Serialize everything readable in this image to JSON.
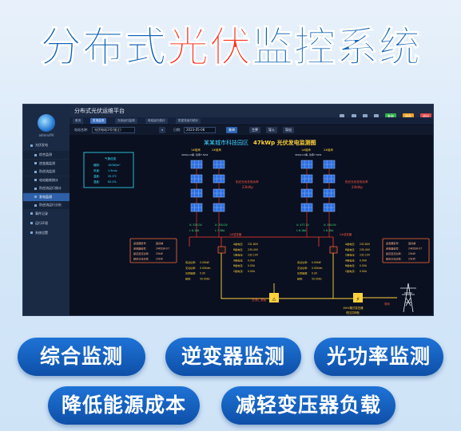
{
  "headline": {
    "part1": "分布式",
    "part2": "光伏",
    "part3": "监控系统"
  },
  "app": {
    "title": "分布式光伏运维平台",
    "logo_text": "admin/PV",
    "top_buttons": [
      {
        "label": "查询",
        "color": "#2fae4a"
      },
      {
        "label": "消息",
        "color": "#f0a020"
      },
      {
        "label": "退出",
        "color": "#e04848"
      }
    ]
  },
  "sidebar": {
    "items": [
      {
        "label": "光伏发电",
        "type": "group"
      },
      {
        "label": "综合监测",
        "type": "sub"
      },
      {
        "label": "逆变器监测",
        "type": "sub"
      },
      {
        "label": "防逆流监测",
        "type": "sub"
      },
      {
        "label": "电站能耗统计",
        "type": "sub"
      },
      {
        "label": "防逆流运行统计",
        "type": "sub"
      },
      {
        "label": "发电监测",
        "type": "sub",
        "active": true
      },
      {
        "label": "防逆流运行分析",
        "type": "sub"
      },
      {
        "label": "事件记录",
        "type": "group"
      },
      {
        "label": "运行环境",
        "type": "group"
      },
      {
        "label": "系统设置",
        "type": "group"
      }
    ]
  },
  "tabs": [
    {
      "label": "首页",
      "active": false
    },
    {
      "label": "发电监测",
      "active": true
    },
    {
      "label": "光伏运行监测",
      "active": false
    },
    {
      "label": "电站运行统计",
      "active": false
    },
    {
      "label": "防逆流运行统计",
      "active": false
    }
  ],
  "filters": {
    "station_label": "电站名称:",
    "station_value": "光伏电站1号(张江)",
    "date_label": "日期:",
    "date_value": "2023-05-08",
    "search_button": "查询",
    "export_buttons": [
      "主界",
      "导入",
      "导出"
    ]
  },
  "diagram": {
    "title_prefix": "某某城市科技园区",
    "title_main": "47kWp 光伏发电监测图",
    "weather": {
      "heading": "气象信息",
      "rows": [
        {
          "k": "辐照:",
          "v": "100W/m²"
        },
        {
          "k": "风速:",
          "v": "1.5m/s"
        },
        {
          "k": "温度:",
          "v": "25.3℃"
        },
        {
          "k": "湿度:",
          "v": "62.0%"
        }
      ]
    },
    "string_labels_left": [
      "1#组串",
      "2#组串"
    ],
    "string_labels_right": [
      "1#组串",
      "2#组串"
    ],
    "string_spec_left": "4kWp×2串, 功率7.5kW",
    "string_spec_right": "4kWp×2串, 功率7.5kW",
    "array_label_left": "阳光光伏发电功率",
    "array_value_left": "23kWp",
    "array_label_right": "阳光光伏发电功率",
    "array_value_right": "24kWp",
    "dc_left": [
      "U: 324.0V",
      "I: 8.16A"
    ],
    "dc_left2": [
      "U: 330.0V",
      "I: 7.36A"
    ],
    "dc_right": [
      "U: 477.1V",
      "I: 6.18A"
    ],
    "dc_right2": [
      "U: 330.0V",
      "I: 6.30A"
    ],
    "inverter_left": "1#逆变器",
    "inverter_right": "2#逆变器",
    "inv_box_left": [
      {
        "k": "逆变器型号:",
        "v": "固德威"
      },
      {
        "k": "逆变器编号:",
        "v": "24KDSK-07"
      },
      {
        "k": "额定直流功率:",
        "v": "25kW"
      },
      {
        "k": "额定交流功率:",
        "v": "25kW"
      }
    ],
    "inv_box_right": [
      {
        "k": "逆变器型号:",
        "v": "固德威"
      },
      {
        "k": "逆变器编号:",
        "v": "24KDSK-07"
      },
      {
        "k": "额定直流功率:",
        "v": "25kW"
      },
      {
        "k": "额定交流功率:",
        "v": "25kW"
      }
    ],
    "meas_left": [
      {
        "k": "有功功率:",
        "v": "0.00kW"
      },
      {
        "k": "无功功率:",
        "v": "0.00kVar"
      },
      {
        "k": "功率因数:",
        "v": "0.00"
      },
      {
        "k": "频率:",
        "v": "50.00Hz"
      }
    ],
    "phase_left": [
      {
        "k": "A相电压:",
        "v": "231.80V"
      },
      {
        "k": "B相电压:",
        "v": "230.40V"
      },
      {
        "k": "C相电压:",
        "v": "232.10V"
      },
      {
        "k": "A相电流:",
        "v": "0.00A"
      },
      {
        "k": "B相电流:",
        "v": "0.00A"
      },
      {
        "k": "C相电流:",
        "v": "0.00A"
      }
    ],
    "meas_right": [
      {
        "k": "有功功率:",
        "v": "0.00kW"
      },
      {
        "k": "无功功率:",
        "v": "0.00kVar"
      },
      {
        "k": "功率因数:",
        "v": "0.00"
      },
      {
        "k": "频率:",
        "v": "50.00Hz"
      }
    ],
    "phase_right": [
      {
        "k": "A相电压:",
        "v": "232.80V"
      },
      {
        "k": "B相电压:",
        "v": "230.40V"
      },
      {
        "k": "C相电压:",
        "v": "232.10V"
      },
      {
        "k": "A相电流:",
        "v": "0.00A"
      },
      {
        "k": "B相电流:",
        "v": "0.00A"
      },
      {
        "k": "C相电流:",
        "v": "0.00A"
      }
    ],
    "combiner_label": "交流汇流箱",
    "transformer_label": "10kV箱式变压器",
    "transformer_label2": "低压并网柜",
    "grid_label": "电网"
  },
  "features": [
    "综合监测",
    "逆变器监测",
    "光功率监测",
    "降低能源成本",
    "减轻变压器负载"
  ]
}
